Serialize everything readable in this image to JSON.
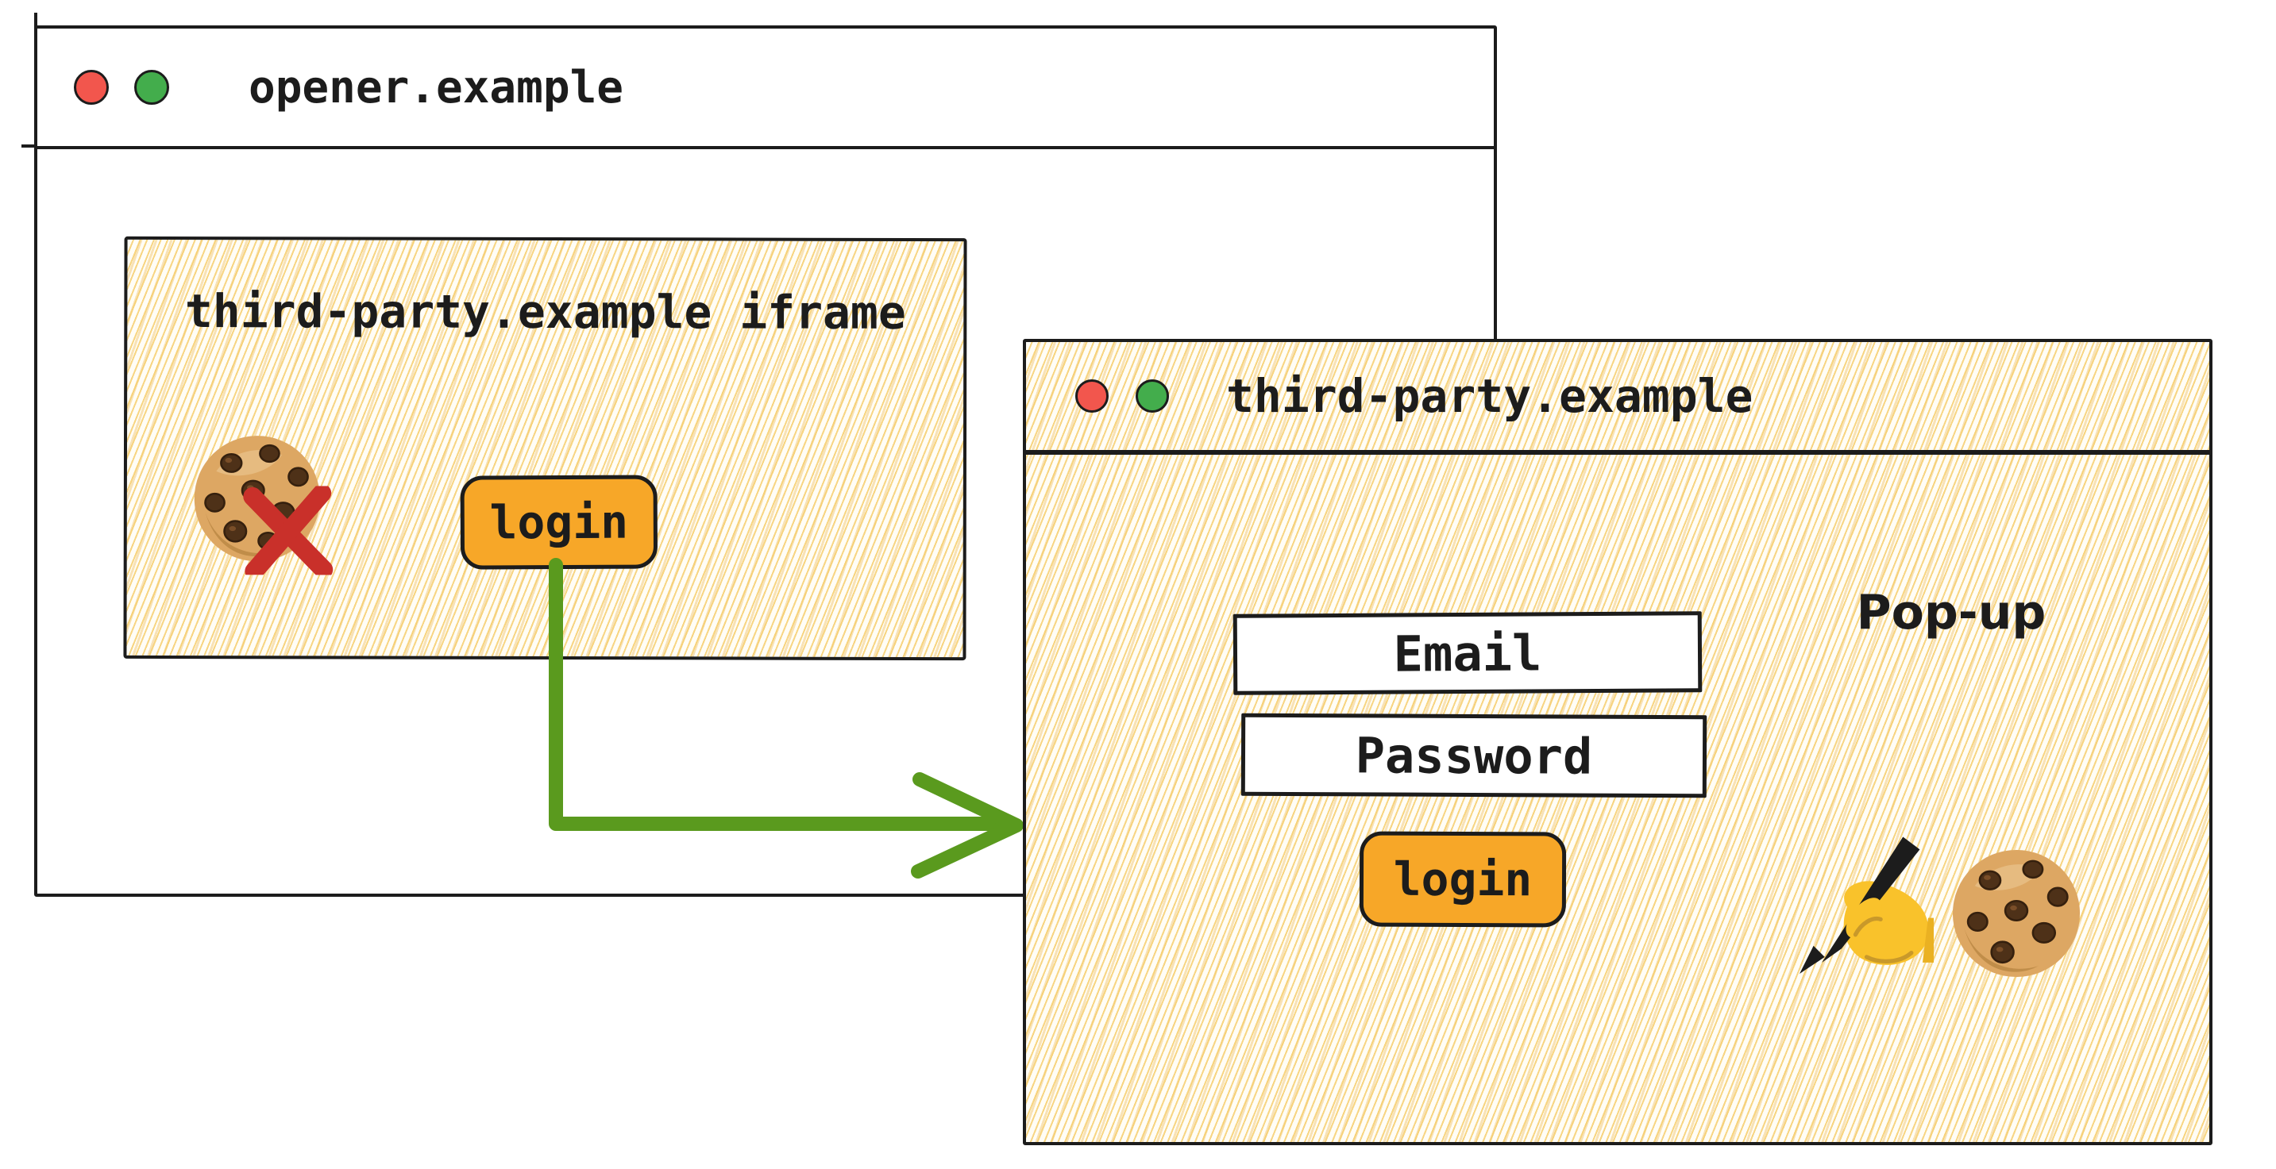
{
  "colors": {
    "ink": "#1c1c1c",
    "button_orange": "#f7a728",
    "arrow_green": "#5a9a1e",
    "cross_red": "#c9302a",
    "traffic_red": "#f2564d",
    "traffic_green": "#43ad4c",
    "hatch_line": "#f3cd74",
    "cookie_body": "#dda763",
    "cookie_chip": "#4e3118",
    "hand_skin": "#f9c22b"
  },
  "opener_window": {
    "title": "opener.example",
    "traffic_lights": [
      "red",
      "green"
    ]
  },
  "iframe_box": {
    "title": "third-party.example iframe",
    "login_button_label": "login",
    "cookie_icon": "🍪",
    "blocked_cross_icon": "✕"
  },
  "popup_window": {
    "title": "third-party.example",
    "popup_label": "Pop-up",
    "email_placeholder": "Email",
    "password_placeholder": "Password",
    "login_button_label": "login",
    "writing_hand_icon": "✍️",
    "cookie_icon": "🍪",
    "traffic_lights": [
      "red",
      "green"
    ]
  },
  "arrow": {
    "shape": "elbow",
    "from": "iframe login button",
    "to": "popup window left edge",
    "color": "#5a9a1e"
  }
}
